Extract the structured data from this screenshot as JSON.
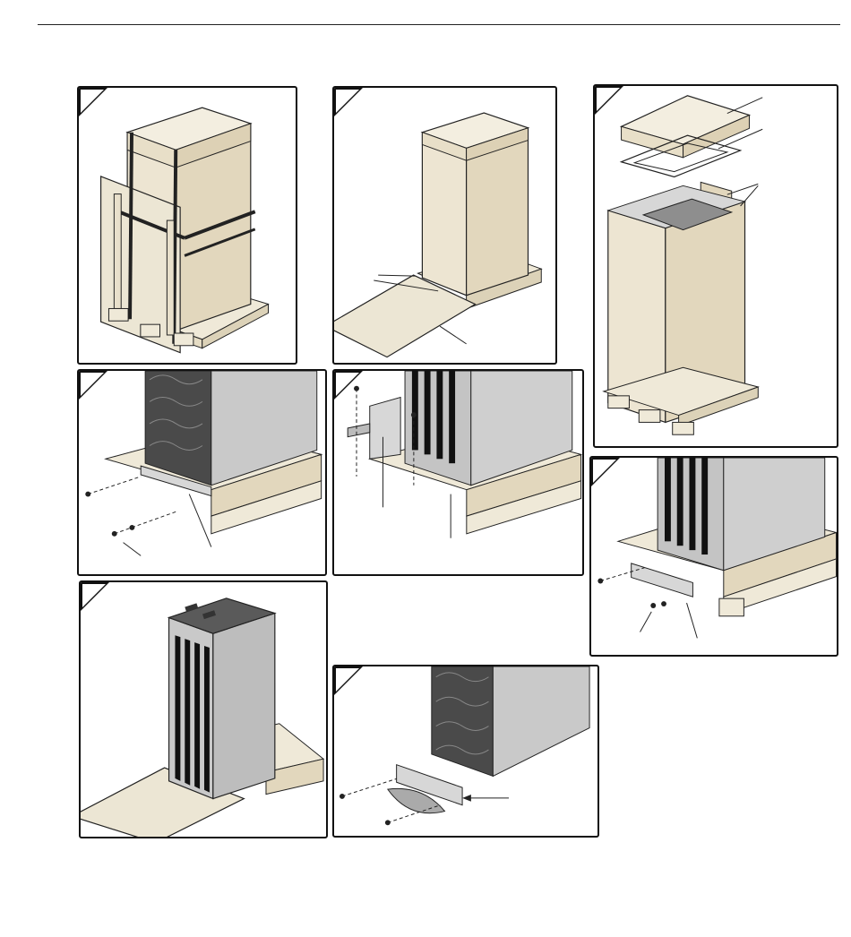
{
  "page": {
    "header_rule": true
  },
  "palette": {
    "carton": "#e2d7bd",
    "carton_side": "#d9cdb0",
    "carton_top": "#ede5d2",
    "pallet": "#efe9d8",
    "cabinet": "#c9c9c9",
    "cabinet_dark": "#a9a9a9",
    "vent": "#111111",
    "outline": "#222222"
  },
  "panels": [
    {
      "id": "p1",
      "step": "strapped-carton-with-ramp"
    },
    {
      "id": "p2",
      "step": "ramp-placed-at-pallet"
    },
    {
      "id": "p3",
      "step": "carton-lid-and-frame-removed"
    },
    {
      "id": "p4",
      "step": "remove-front-bracket-screws"
    },
    {
      "id": "p5",
      "step": "remove-rear-bracket"
    },
    {
      "id": "p6",
      "step": "remove-side-bracket"
    },
    {
      "id": "p7",
      "step": "roll-cabinet-down-ramp"
    },
    {
      "id": "p8",
      "step": "install-front-plate"
    }
  ]
}
